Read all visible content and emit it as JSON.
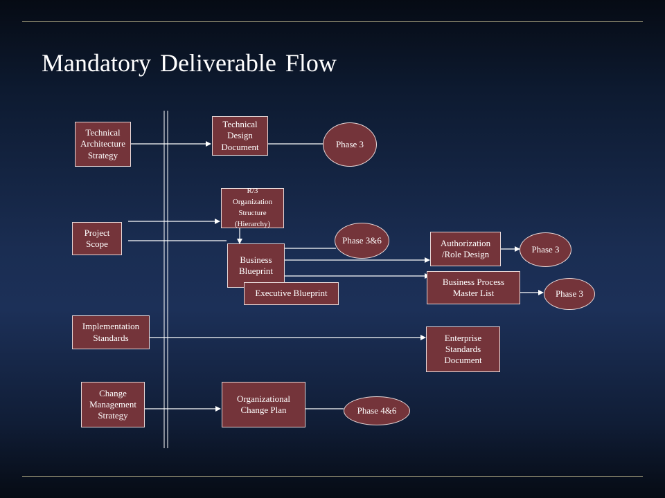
{
  "slide": {
    "title": "Mandatory Deliverable Flow"
  },
  "sources": {
    "technical_architecture_strategy": "Technical\nArchitecture\nStrategy",
    "project_scope": "Project\nScope",
    "implementation_standards": "Implementation\nStandards",
    "change_management_strategy": "Change\nManagement\nStrategy"
  },
  "deliverables": {
    "technical_design_document": "Technical\nDesign\nDocument",
    "r3_org_structure": "R/3\nOrganization\nStructure\n(Hierarchy)",
    "business_blueprint": "Business\nBlueprint",
    "executive_blueprint": "Executive Blueprint",
    "organizational_change_plan": "Organizational\nChange Plan",
    "authorization_role_design": "Authorization\n/Role Design",
    "business_process_master_list": "Business Process\nMaster List",
    "enterprise_standards_document": "Enterprise\nStandards\nDocument"
  },
  "phases": {
    "technical_design": "Phase 3",
    "business_blueprint": "Phase 3&6",
    "authorization": "Phase 3",
    "business_process": "Phase 3",
    "change_plan": "Phase 4&6"
  }
}
